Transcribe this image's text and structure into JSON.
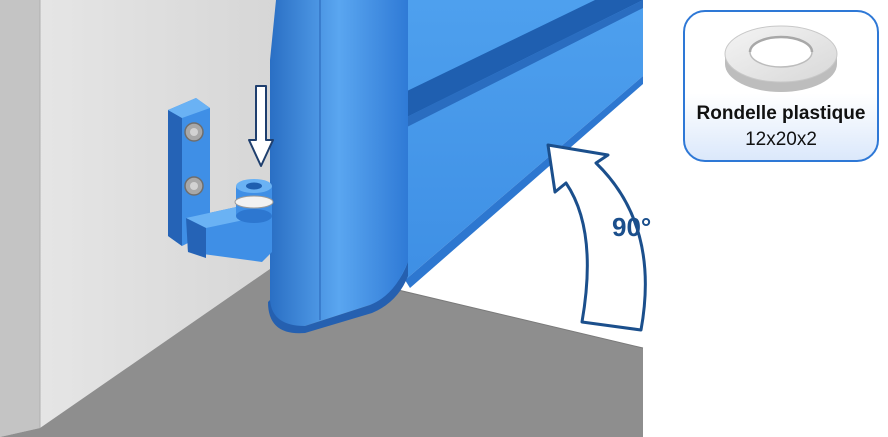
{
  "rotation_angle": "90°",
  "part_card": {
    "name": "Rondelle plastique",
    "size": "12x20x2"
  },
  "colors": {
    "gate_blue": "#3f8fe6",
    "dark_blue": "#1b4f8c",
    "wall": "#dcdcdc",
    "floor": "#8c8c8c",
    "card_border": "#2e78d6"
  }
}
